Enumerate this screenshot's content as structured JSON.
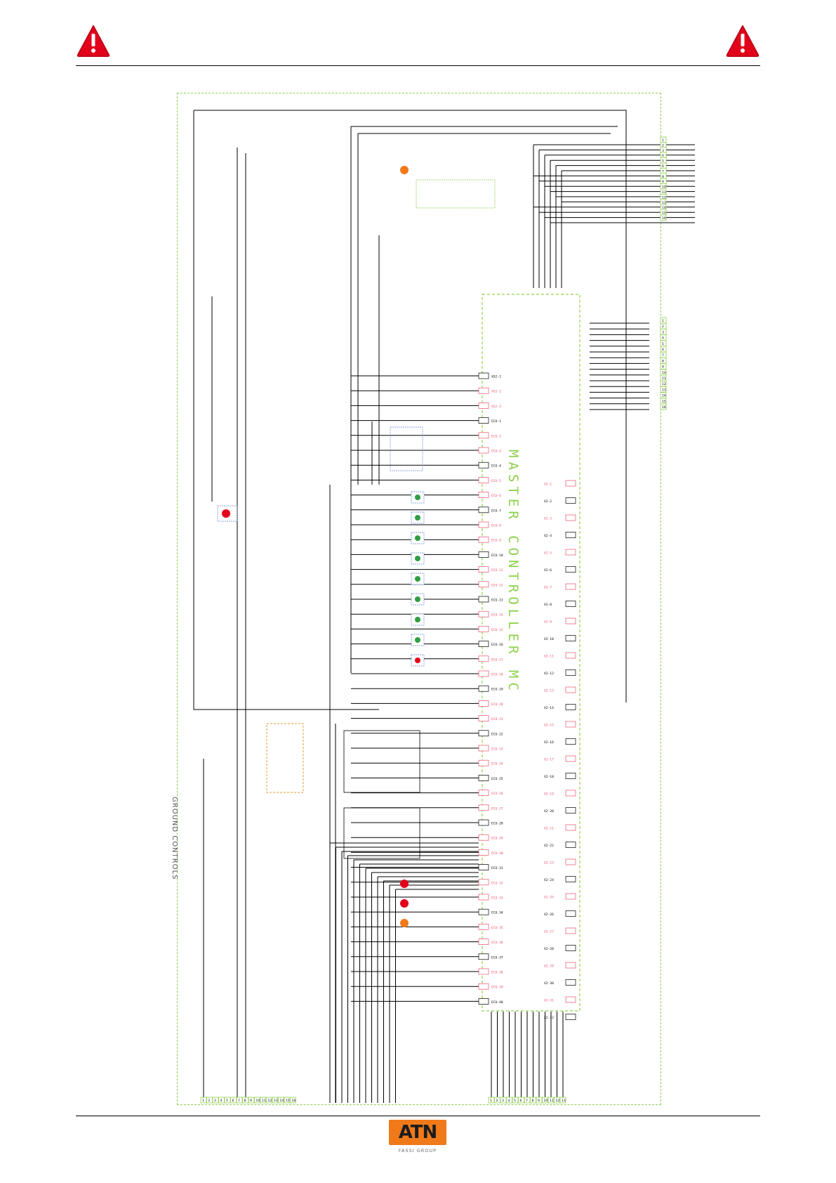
{
  "header": {
    "warning_icon_color": "#e3001b"
  },
  "diagram": {
    "master_title": "MASTER CONTROLLER MC",
    "ground_title": "GROUND CONTROLS",
    "frame_color": "#8fd14f",
    "label_color": "#e8506a",
    "controller_pins_left": [
      "XS2-1",
      "XS2-2",
      "XS2-3",
      "ECU-1",
      "ECU-2",
      "ECU-3",
      "ECU-4",
      "ECU-5",
      "ECU-6",
      "ECU-7",
      "ECU-8",
      "ECU-9",
      "ECU-10",
      "ECU-11",
      "ECU-12",
      "ECU-13",
      "ECU-14",
      "ECU-15",
      "ECU-16",
      "ECU-17",
      "ECU-18",
      "ECU-19",
      "ECU-20",
      "ECU-21",
      "ECU-22",
      "ECU-23",
      "ECU-24",
      "ECU-25",
      "ECU-26",
      "ECU-27",
      "ECU-28",
      "ECU-29",
      "ECU-30",
      "ECU-31",
      "ECU-32",
      "ECU-33",
      "ECU-34",
      "ECU-35",
      "ECU-36",
      "ECU-37",
      "ECU-38",
      "ECU-39",
      "ECU-40"
    ],
    "controller_pins_right": [
      "X2-1",
      "X2-2",
      "X2-3",
      "X2-4",
      "X2-5",
      "X2-6",
      "X2-7",
      "X2-8",
      "X2-9",
      "X2-10",
      "X2-11",
      "X2-12",
      "X2-13",
      "X2-14",
      "X2-15",
      "X2-16",
      "X2-17",
      "X2-18",
      "X2-19",
      "X2-20",
      "X2-21",
      "X2-22",
      "X2-23",
      "X2-24",
      "X2-25",
      "X2-26",
      "X2-27",
      "X2-28",
      "X2-29",
      "X2-30",
      "X2-31",
      "X2-32"
    ],
    "bottom_terminals_left": [
      "1",
      "2",
      "3",
      "4",
      "5",
      "6",
      "7",
      "8",
      "9",
      "10",
      "11",
      "12",
      "13",
      "14",
      "15",
      "16"
    ],
    "bottom_terminals_right": [
      "1",
      "2",
      "3",
      "4",
      "5",
      "6",
      "7",
      "8",
      "9",
      "10",
      "11",
      "12",
      "13"
    ],
    "right_terminals_top": [
      "1",
      "2",
      "3",
      "4",
      "5",
      "6",
      "7",
      "8",
      "9",
      "10",
      "11",
      "12",
      "13",
      "14",
      "15",
      "16"
    ],
    "right_terminals_mid": [
      "1",
      "2",
      "3",
      "4",
      "5",
      "6",
      "7",
      "8",
      "9",
      "10",
      "11",
      "12",
      "13",
      "14",
      "15",
      "16"
    ]
  },
  "footer": {
    "logo_text": "ATN",
    "logo_sub": "FASSI GROUP",
    "logo_color": "#f07a1a"
  }
}
